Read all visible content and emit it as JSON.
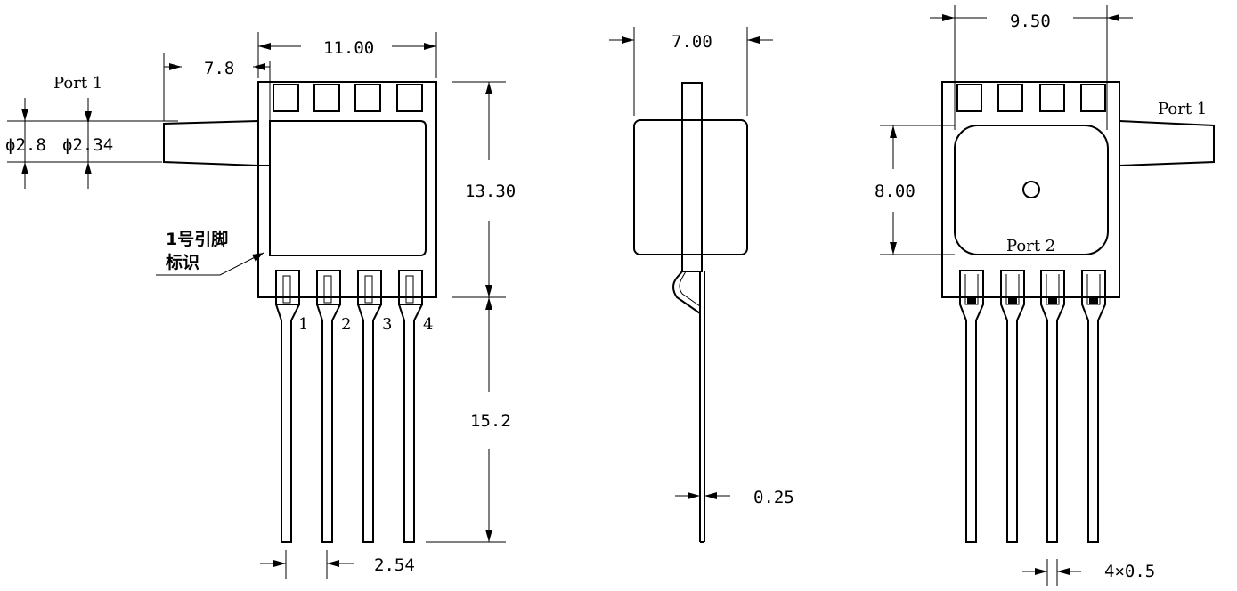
{
  "front_view": {
    "port_label": "Port 1",
    "dim_width": "11.00",
    "dim_port_len": "7.8",
    "dim_outer_dia": "ϕ2.8",
    "dim_inner_dia": "ϕ2.34",
    "dim_body_height": "13.30",
    "dim_lead_length": "15.2",
    "dim_pitch": "2.54",
    "pin1_note_line1": "1号引脚",
    "pin1_note_line2": "标识",
    "pin_numbers": [
      "1",
      "2",
      "3",
      "4"
    ]
  },
  "side_view": {
    "dim_depth": "7.00",
    "dim_thickness": "0.25"
  },
  "back_view": {
    "dim_width": "9.50",
    "dim_window_height": "8.00",
    "port1_label": "Port 1",
    "port2_label": "Port 2",
    "dim_lead_width": "4×0.5"
  }
}
